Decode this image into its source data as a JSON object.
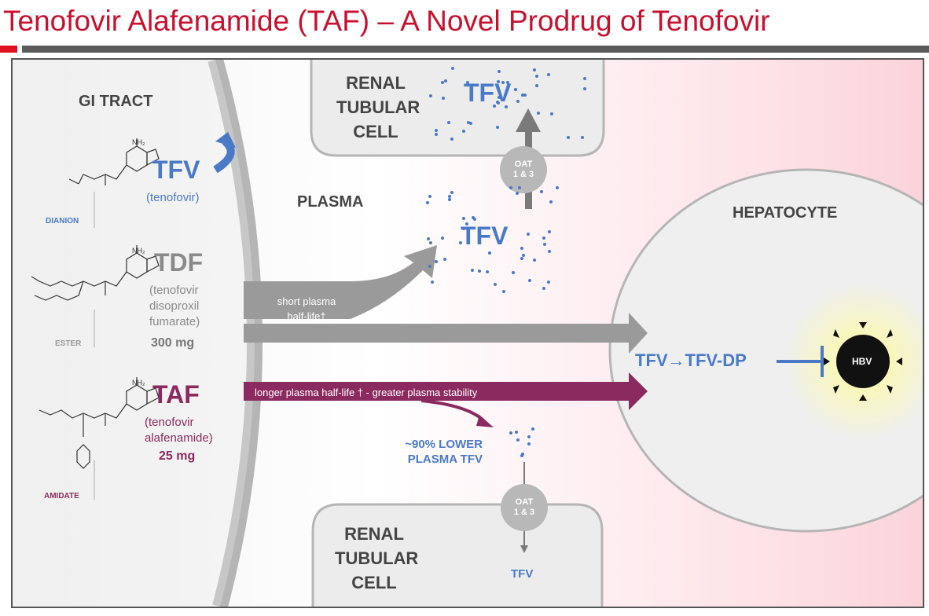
{
  "title": "Tenofovir Alafenamide (TAF) – A Novel Prodrug of Tenofovir",
  "gi_tract": "GI TRACT",
  "plasma": "PLASMA",
  "hepatocyte": "HEPATOCYTE",
  "renal_top": {
    "line1": "RENAL",
    "line2": "TUBULAR",
    "line3": "CELL",
    "tfv": "TFV"
  },
  "renal_bottom": {
    "line1": "RENAL",
    "line2": "TUBULAR",
    "line3": "CELL",
    "tfv": "TFV"
  },
  "oat_top": {
    "line1": "OAT",
    "line2": "1 & 3"
  },
  "oat_bottom": {
    "line1": "OAT",
    "line2": "1 & 3"
  },
  "plasma_tfv": "TFV",
  "drugs": {
    "tfv": {
      "name": "TFV",
      "sub1": "(tenofovir)",
      "class": "DIANION",
      "nh2": "NH₂"
    },
    "tdf": {
      "name": "TDF",
      "sub1": "(tenofovir",
      "sub2": "disoproxil",
      "sub3": "fumarate)",
      "dose": "300 mg",
      "class": "ESTER",
      "nh2": "NH₂"
    },
    "taf": {
      "name": "TAF",
      "sub1": "(tenofovir",
      "sub2": "alafenamide)",
      "dose": "25 mg",
      "class": "AMIDATE",
      "nh2": "NH₂"
    }
  },
  "arrows": {
    "tdf_line1": "short plasma",
    "tdf_line2": "half-life†",
    "taf_label": "longer plasma half-life † - greater plasma stability"
  },
  "lower_plasma": {
    "line1": "~90% LOWER",
    "line2": "PLASMA TFV"
  },
  "tfv_dp": "TFV→TFV-DP",
  "hbv": "HBV",
  "colors": {
    "title": "#c8102e",
    "tfv_blue": "#4a79c8",
    "taf_purple": "#8b2a5e",
    "arrow_grey": "#9a9a9a"
  }
}
